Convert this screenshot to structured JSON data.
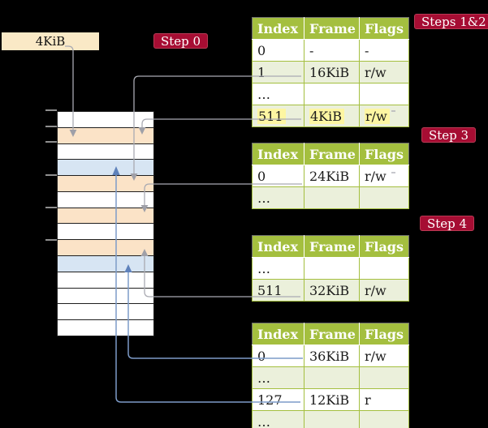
{
  "frame_box": {
    "label": "4KiB"
  },
  "badges": [
    {
      "label": "Step 0"
    },
    {
      "label": "Steps 1&2"
    },
    {
      "label": "Step 3"
    },
    {
      "label": "Step 4"
    }
  ],
  "table_columns": [
    "Index",
    "Frame",
    "Flags"
  ],
  "tables": [
    {
      "step": "Steps 1&2",
      "rows": [
        {
          "cells": [
            "0",
            "-",
            "-"
          ],
          "shaded": false,
          "highlighted": false
        },
        {
          "cells": [
            "1",
            "16KiB",
            "r/w"
          ],
          "shaded": true,
          "highlighted": false
        },
        {
          "cells": [
            "…",
            "",
            ""
          ],
          "shaded": false,
          "highlighted": false
        },
        {
          "cells": [
            "511",
            "4KiB",
            "r/w"
          ],
          "shaded": true,
          "highlighted": true
        }
      ]
    },
    {
      "step": "Step 3",
      "rows": [
        {
          "cells": [
            "0",
            "24KiB",
            "r/w"
          ],
          "shaded": false,
          "highlighted": false
        },
        {
          "cells": [
            "…",
            "",
            ""
          ],
          "shaded": true,
          "highlighted": false
        }
      ]
    },
    {
      "step": "Step 4",
      "rows": [
        {
          "cells": [
            "…",
            "",
            ""
          ],
          "shaded": false,
          "highlighted": false
        },
        {
          "cells": [
            "511",
            "32KiB",
            "r/w"
          ],
          "shaded": true,
          "highlighted": false
        }
      ]
    },
    {
      "step": "",
      "rows": [
        {
          "cells": [
            "0",
            "36KiB",
            "r/w"
          ],
          "shaded": false,
          "highlighted": false
        },
        {
          "cells": [
            "…",
            "",
            ""
          ],
          "shaded": true,
          "highlighted": false
        },
        {
          "cells": [
            "127",
            "12KiB",
            "r"
          ],
          "shaded": false,
          "highlighted": false
        },
        {
          "cells": [
            "…",
            "",
            ""
          ],
          "shaded": true,
          "highlighted": false
        }
      ]
    }
  ],
  "memory": {
    "rows": [
      {
        "color": "white"
      },
      {
        "color": "orange"
      },
      {
        "color": "white"
      },
      {
        "color": "blue"
      },
      {
        "color": "orange"
      },
      {
        "color": "white"
      },
      {
        "color": "orange"
      },
      {
        "color": "white"
      },
      {
        "color": "orange"
      },
      {
        "color": "blue"
      },
      {
        "color": "white"
      },
      {
        "color": "white"
      },
      {
        "color": "white"
      },
      {
        "color": "white"
      }
    ]
  },
  "colors": {
    "badge_red": "#a60d33",
    "header_green": "#a4bf3f",
    "row_green_light": "#ebf0db",
    "highlight_yellow": "#fdf6a2",
    "memory_orange": "#fbe3c7",
    "memory_blue": "#d7e5f3",
    "box_cream": "#fae9c6",
    "line_gray": "#a9aab2",
    "arrow_gray": "#9fa0a8",
    "line_blue": "#7d9bc8",
    "arrow_blue": "#5f82bb"
  }
}
